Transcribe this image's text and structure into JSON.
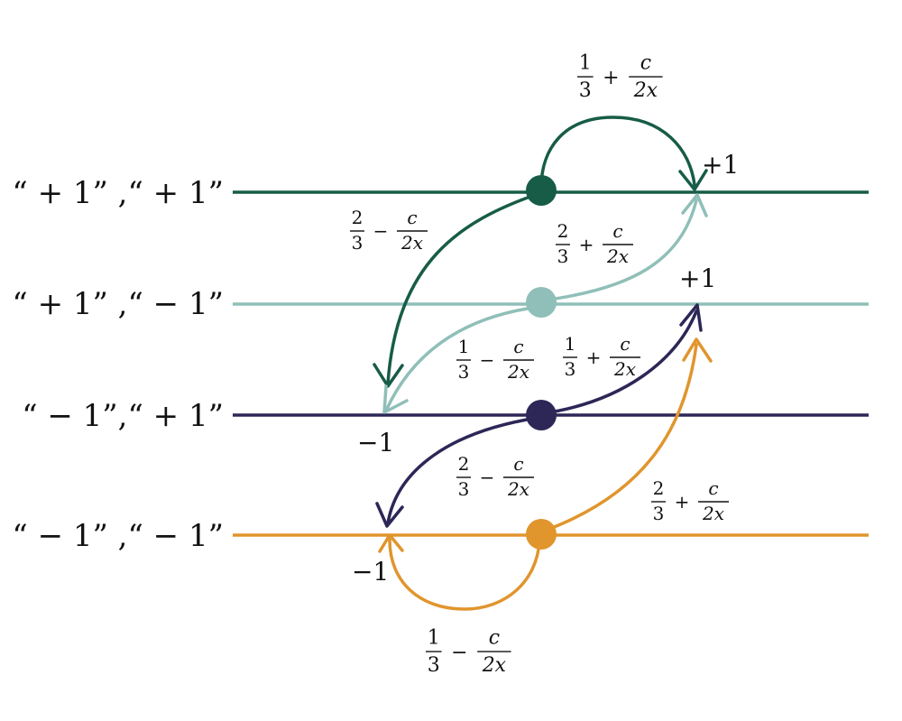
{
  "colors": {
    "dark_green": "#175c47",
    "light_teal": "#8fbfb8",
    "navy": "#2c2757",
    "orange": "#e0952d"
  },
  "rows": [
    {
      "label": "“ + 1” ,“ + 1”",
      "color_key": "dark_green"
    },
    {
      "label": "“ + 1” ,“ − 1”",
      "color_key": "light_teal"
    },
    {
      "label": "“ − 1”,“ + 1”",
      "color_key": "navy"
    },
    {
      "label": "“ − 1” ,“ − 1”",
      "color_key": "orange"
    }
  ],
  "tick_labels": {
    "plus_one_top": "+1",
    "plus_one_mid": "+1",
    "minus_one_mid": "−1",
    "minus_one_bottom": "−1"
  },
  "transitions": [
    {
      "id": "green-up",
      "num": "1",
      "den": "3",
      "op": "+",
      "cnum": "c",
      "cden": "2x"
    },
    {
      "id": "green-down",
      "num": "2",
      "den": "3",
      "op": "−",
      "cnum": "c",
      "cden": "2x"
    },
    {
      "id": "teal-up",
      "num": "2",
      "den": "3",
      "op": "+",
      "cnum": "c",
      "cden": "2x"
    },
    {
      "id": "teal-down",
      "num": "1",
      "den": "3",
      "op": "−",
      "cnum": "c",
      "cden": "2x"
    },
    {
      "id": "navy-up",
      "num": "1",
      "den": "3",
      "op": "+",
      "cnum": "c",
      "cden": "2x"
    },
    {
      "id": "navy-down",
      "num": "2",
      "den": "3",
      "op": "−",
      "cnum": "c",
      "cden": "2x"
    },
    {
      "id": "orange-up",
      "num": "2",
      "den": "3",
      "op": "+",
      "cnum": "c",
      "cden": "2x"
    },
    {
      "id": "orange-down",
      "num": "1",
      "den": "3",
      "op": "−",
      "cnum": "c",
      "cden": "2x"
    }
  ]
}
